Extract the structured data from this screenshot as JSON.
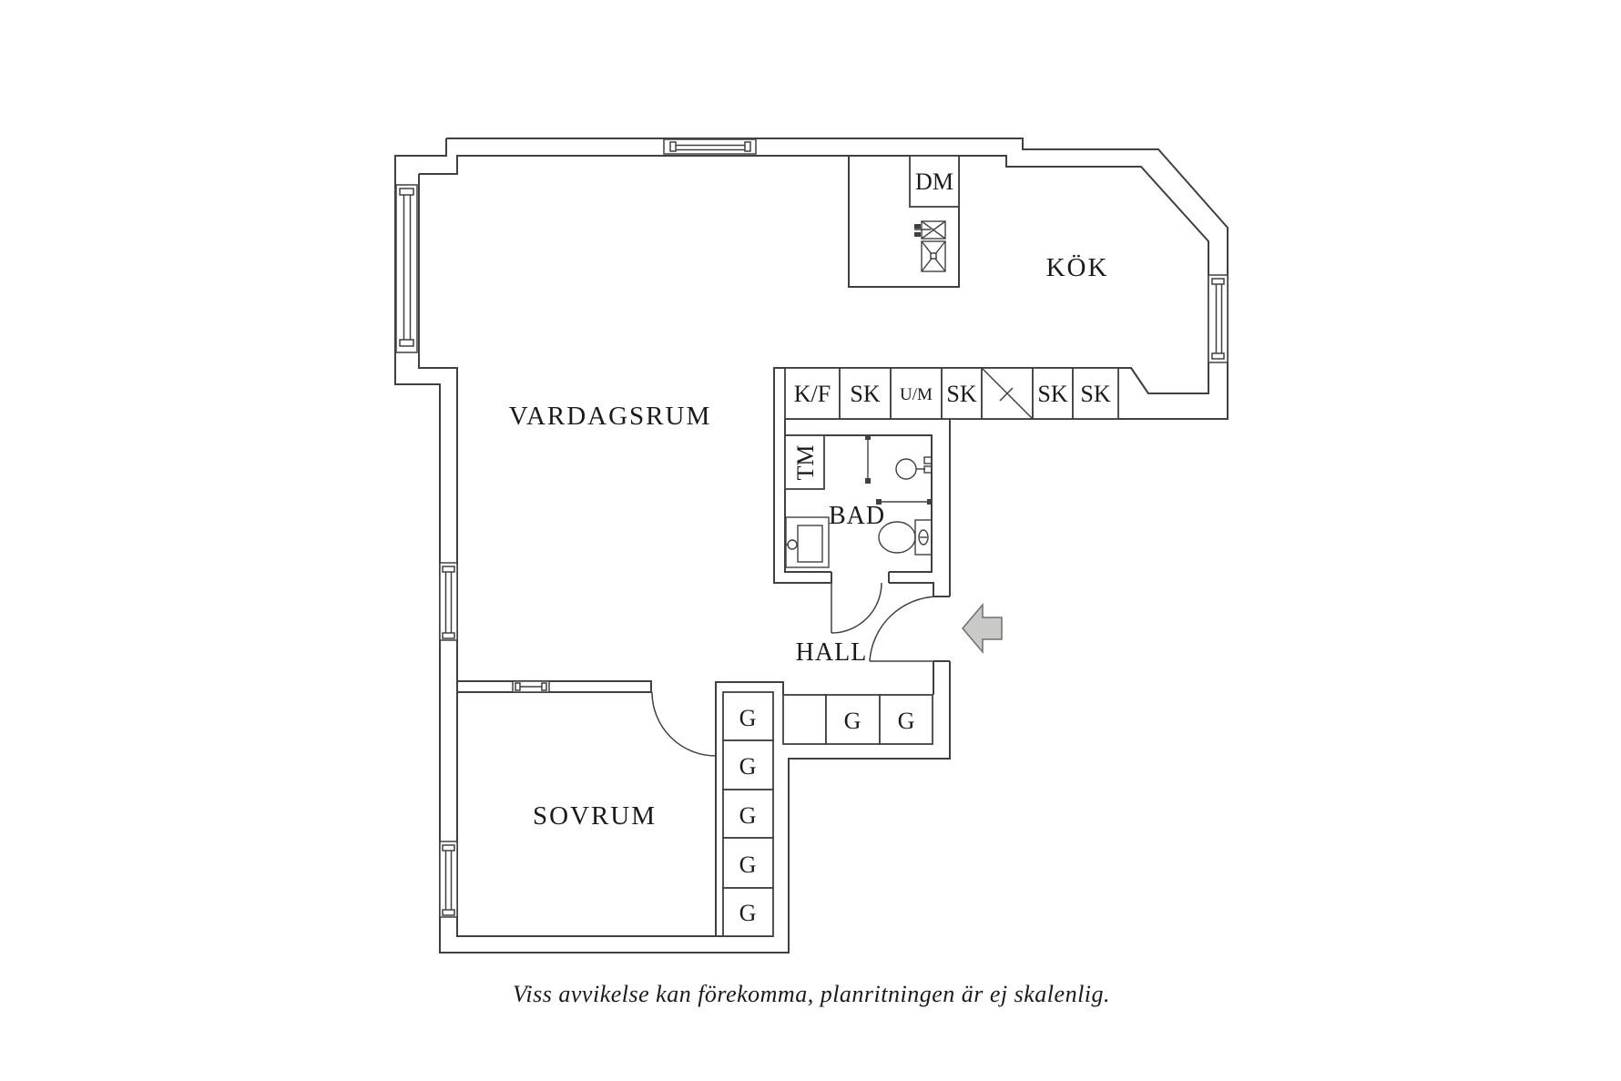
{
  "rooms": {
    "living": "VARDAGSRUM",
    "kitchen": "KÖK",
    "bedroom": "SOVRUM",
    "hall": "HALL",
    "bathroom": "BAD"
  },
  "appliances": {
    "dishwasher": "DM",
    "washing_machine": "TM"
  },
  "closets": [
    "K/F",
    "SK",
    "U/M",
    "SK",
    "SK",
    "SK"
  ],
  "wardrobes": {
    "row": [
      "G",
      "G"
    ],
    "column": [
      "G",
      "G",
      "G",
      "G",
      "G"
    ]
  },
  "caption": "Viss avvikelse kan förekomma, planritningen är ej skalenlig.",
  "colors": {
    "background": "#ffffff",
    "line": "#404040",
    "text": "#1a1a1a",
    "arrow_fill": "#c9c9c7",
    "arrow_stroke": "#6f6f6d"
  }
}
